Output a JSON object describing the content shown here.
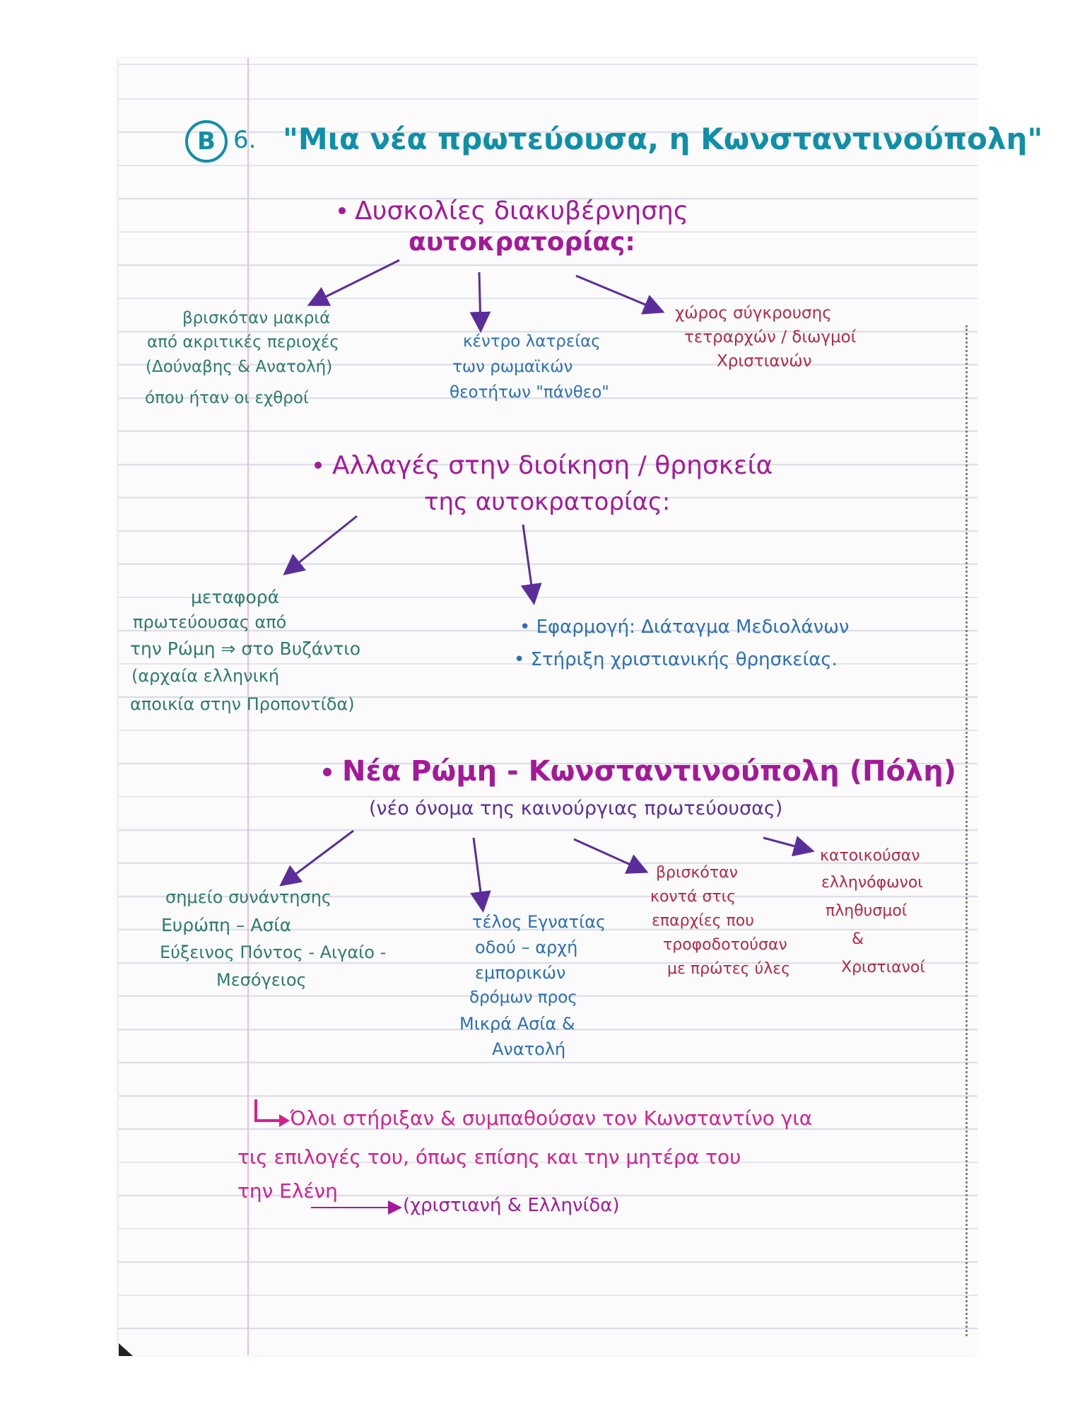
{
  "title": {
    "section_letter": "B",
    "number": "6.",
    "text": "\"Μια νέα πρωτεύουσα, η Κωνσταντινούπολη\""
  },
  "block1": {
    "heading_line1": "Δυσκολίες διακυβέρνησης",
    "heading_line2": "αυτοκρατορίας:",
    "left": [
      "βρισκόταν μακριά",
      "από ακριτικές περιοχές",
      "(Δούναβης & Ανατολή)",
      "όπου ήταν οι εχθροί"
    ],
    "middle": [
      "κέντρο λατρείας",
      "των ρωμαϊκών",
      "θεοτήτων \"πάνθεο\""
    ],
    "right": [
      "χώρος σύγκρουσης",
      "τετραρχών / διωγμοί",
      "Χριστιανών"
    ]
  },
  "block2": {
    "heading_line1": "Αλλαγές στην διοίκηση / θρησκεία",
    "heading_line2": "της αυτοκρατορίας:",
    "left": [
      "μεταφορά",
      "πρωτεύουσας από",
      "την Ρώμη ⇒ στο Βυζάντιο",
      "(αρχαία ελληνική",
      "αποικία στην Προποντίδα)"
    ],
    "right": [
      "• Εφαρμογή: Διάταγμα Μεδιολάνων",
      "• Στήριξη χριστιανικής θρησκείας."
    ]
  },
  "block3": {
    "heading": "Νέα Ρώμη - Κωνσταντινούπολη (Πόλη)",
    "subheading": "(νέο όνομα της καινούργιας πρωτεύουσας)",
    "col1": [
      "σημείο συνάντησης",
      "Ευρώπη – Ασία",
      "Εύξεινος Πόντος - Αιγαίο -",
      "Μεσόγειος"
    ],
    "col2": [
      "τέλος Εγνατίας",
      "οδού – αρχή",
      "εμπορικών",
      "δρόμων προς",
      "Μικρά Ασία &",
      "Ανατολή"
    ],
    "col3": [
      "βρισκόταν",
      "κοντά στις",
      "επαρχίες που",
      "τροφοδοτούσαν",
      "με πρώτες ύλες"
    ],
    "col4": [
      "κατοικούσαν",
      "ελληνόφωνοι",
      "πληθυσμοί",
      "&",
      "Χριστιανοί"
    ]
  },
  "footer": {
    "line1": "Όλοι στήριξαν & συμπαθούσαν τον Κωνσταντίνο για",
    "line2": "τις επιλογές του, όπως επίσης και την μητέρα του",
    "line3": "την Ελένη",
    "note": "(χριστιανή & Ελληνίδα)"
  }
}
